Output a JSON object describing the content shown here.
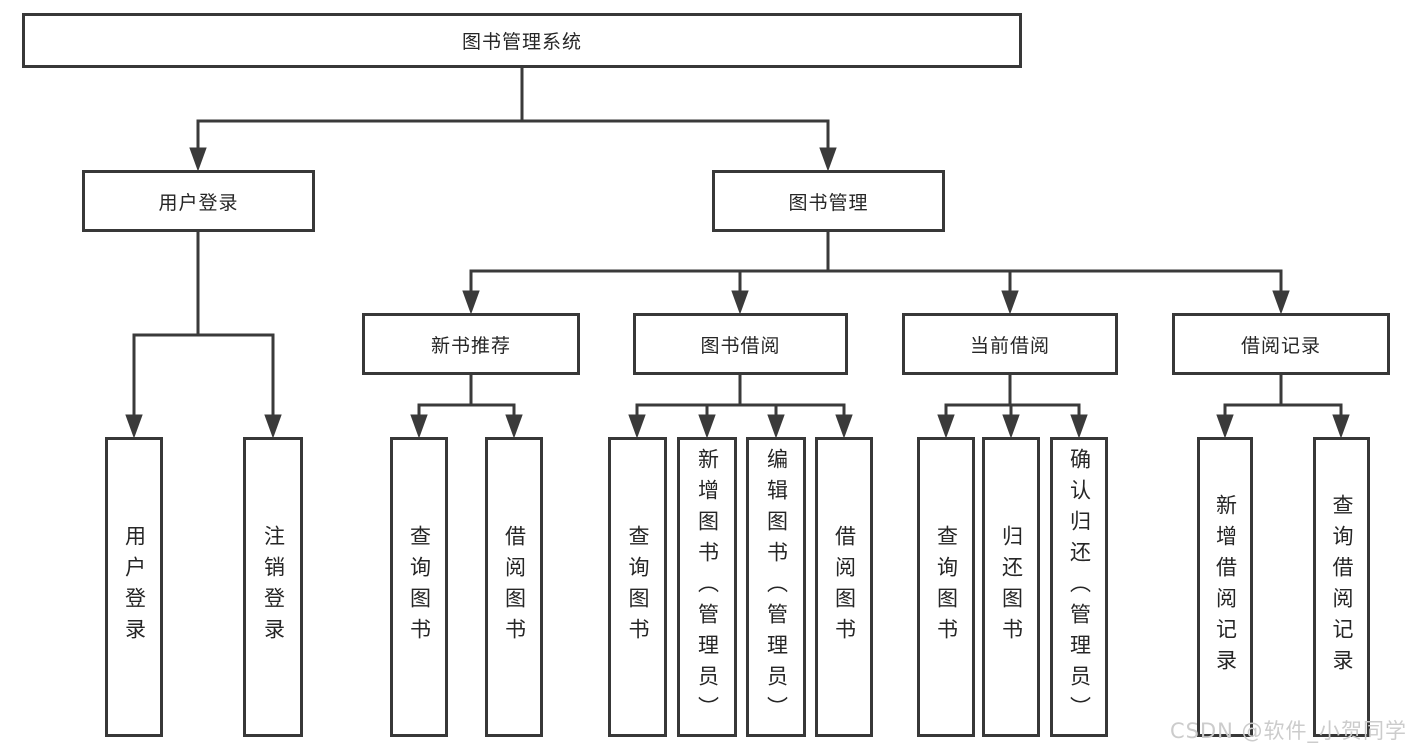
{
  "nodes": {
    "root": "图书管理系统",
    "user_login": "用户登录",
    "book_mgmt": "图书管理",
    "new_book_rec": "新书推荐",
    "book_borrow": "图书借阅",
    "current_borrow": "当前借阅",
    "borrow_records": "借阅记录",
    "leaf_user_login": "用户登录",
    "leaf_logout": "注销登录",
    "leaf_query_book_a": "查询图书",
    "leaf_borrow_book_a": "借阅图书",
    "leaf_query_book_b": "查询图书",
    "leaf_add_book_admin": "新增图书（管理员）",
    "leaf_edit_book_admin": "编辑图书（管理员）",
    "leaf_borrow_book_b": "借阅图书",
    "leaf_query_book_c": "查询图书",
    "leaf_return_book": "归还图书",
    "leaf_confirm_return_admin": "确认归还（管理员）",
    "leaf_add_borrow_record": "新增借阅记录",
    "leaf_query_borrow_record": "查询借阅记录"
  },
  "watermark": "CSDN @软件_小贺同学",
  "colors": {
    "line": "#3a3a3a",
    "border": "#383838",
    "text": "#262626",
    "watermark": "#cccccc",
    "background": "#ffffff"
  }
}
